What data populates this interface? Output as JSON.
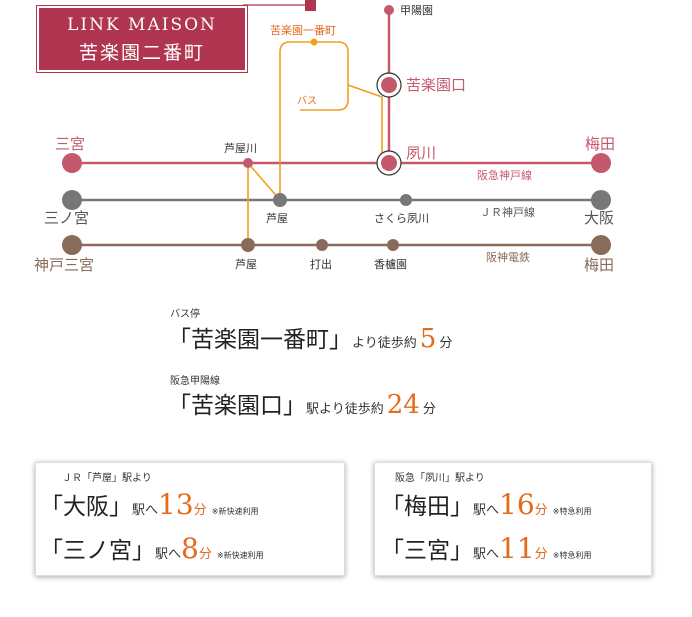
{
  "brand": {
    "name": "LINK MAISON",
    "address": "苦楽園二番町"
  },
  "map": {
    "stations": {
      "koyoen": "甲陽園",
      "kurakuenguchi": "苦楽園口",
      "shukugawa": "夙川",
      "sannomiya_hankyu": "三宮",
      "umeda_hankyu": "梅田",
      "ashiyagawa": "芦屋川",
      "sannomiya_jr": "三ノ宮",
      "ashiya_jr": "芦屋",
      "sakura_shukugawa": "さくら夙川",
      "osaka": "大阪",
      "kobe_sannomiya": "神戸三宮",
      "ashiya_hanshin": "芦屋",
      "uchide": "打出",
      "koroen": "香櫨園",
      "umeda_hanshin": "梅田",
      "bus_stop": "苦楽園一番町"
    },
    "lines": {
      "hankyu_kobe": "阪急神戸線",
      "jr_kobe": "ＪＲ神戸線",
      "hanshin": "阪神電鉄",
      "bus": "バス"
    },
    "colors": {
      "hankyu": "#c4596c",
      "jr": "#777777",
      "hanshin": "#8a6a5a",
      "bus": "#f0a020",
      "brand": "#b03550",
      "accent": "#e56a1c"
    }
  },
  "access": {
    "bus_caption": "バス停",
    "bus_stop_quote": "「苦楽園一番町」",
    "bus_from": "より",
    "walk": "徒歩約",
    "bus_minutes": "5",
    "min": "分",
    "rail_caption": "阪急甲陽線",
    "rail_station_quote": "「苦楽園口」",
    "rail_from": "駅より",
    "rail_minutes": "24"
  },
  "box_jr": {
    "header": "ＪＲ「芦屋」駅より",
    "rows": [
      {
        "dest": "「大阪」",
        "eki": "駅へ",
        "minutes": "13",
        "min": "分",
        "note": "※新快速利用"
      },
      {
        "dest": "「三ノ宮」",
        "eki": "駅へ",
        "minutes": "8",
        "min": "分",
        "note": "※新快速利用"
      }
    ]
  },
  "box_hankyu": {
    "header": "阪急「夙川」駅より",
    "rows": [
      {
        "dest": "「梅田」",
        "eki": "駅へ",
        "minutes": "16",
        "min": "分",
        "note": "※特急利用"
      },
      {
        "dest": "「三宮」",
        "eki": "駅へ",
        "minutes": "11",
        "min": "分",
        "note": "※特急利用"
      }
    ]
  }
}
